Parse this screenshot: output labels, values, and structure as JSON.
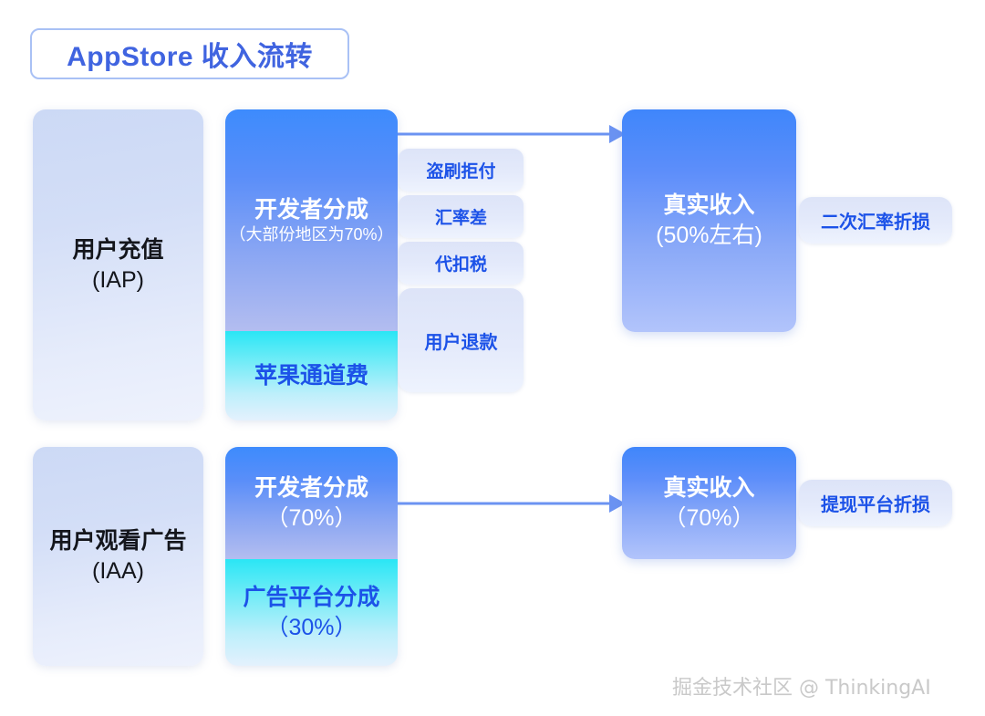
{
  "title": {
    "text": "AppStore 收入流转"
  },
  "colors": {
    "title_text": "#4064e0",
    "title_border": "#a9c1f5",
    "arrow": "#6b93f2",
    "chip_text": "#1c52e8",
    "card_blue_text": "#ffffff",
    "card_pale_text": "#14161c",
    "cyan": "#2ae6f5",
    "blue": "#3d8bfd"
  },
  "rows": [
    {
      "id": "iap",
      "source": {
        "line1": "用户充值",
        "line2": "(IAP)"
      },
      "split": {
        "top_line1": "开发者分成",
        "top_line2": "（大部份地区为70%）",
        "bottom_line1": "苹果通道费",
        "bottom_line2": ""
      },
      "deductions": [
        "盗刷拒付",
        "汇率差",
        "代扣税",
        "用户退款"
      ],
      "result": {
        "line1": "真实收入",
        "line2": "(50%左右)"
      },
      "loss_chip": "二次汇率折损"
    },
    {
      "id": "iaa",
      "source": {
        "line1": "用户观看广告",
        "line2": "(IAA)"
      },
      "split": {
        "top_line1": "开发者分成",
        "top_line2": "（70%）",
        "bottom_line1": "广告平台分成",
        "bottom_line2": "（30%）"
      },
      "deductions": [],
      "result": {
        "line1": "真实收入",
        "line2": "（70%）"
      },
      "loss_chip": "提现平台折损"
    }
  ],
  "watermark": {
    "text": "掘金技术社区 @ ThinkingAI"
  }
}
